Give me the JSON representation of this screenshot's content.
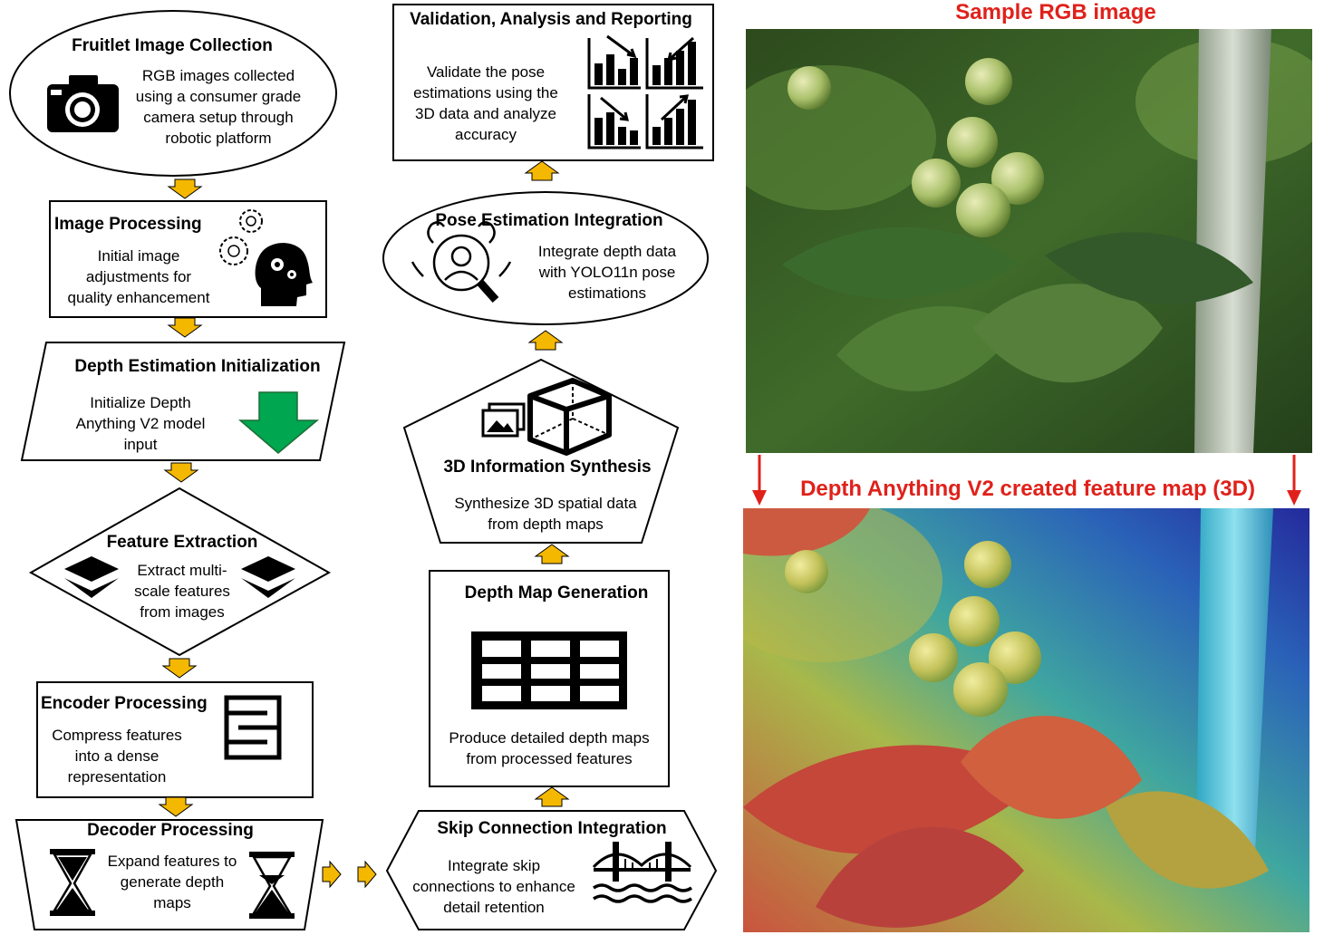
{
  "steps": {
    "collection": {
      "title": "Fruitlet Image Collection",
      "desc": "RGB images collected\nusing a consumer grade\ncamera setup through\nrobotic platform"
    },
    "processing": {
      "title": "Image Processing",
      "desc": "Initial image\nadjustments for\nquality enhancement"
    },
    "depth_init": {
      "title": "Depth Estimation Initialization",
      "desc": "Initialize Depth\nAnything V2 model\ninput"
    },
    "features": {
      "title": "Feature Extraction",
      "desc": "Extract multi-\nscale features\nfrom images"
    },
    "encoder": {
      "title": "Encoder Processing",
      "desc": "Compress features\ninto a dense\nrepresentation"
    },
    "decoder": {
      "title": "Decoder Processing",
      "desc": "Expand features to\ngenerate depth\nmaps"
    },
    "skip": {
      "title": "Skip Connection Integration",
      "desc": "Integrate skip\nconnections to enhance\ndetail retention"
    },
    "depth_map": {
      "title": "Depth Map Generation",
      "desc": "Produce detailed depth maps\nfrom processed features"
    },
    "synthesis": {
      "title": "3D Information Synthesis",
      "desc": "Synthesize 3D spatial data\nfrom depth maps"
    },
    "pose": {
      "title": "Pose Estimation Integration",
      "desc": "Integrate depth data\nwith YOLO11n pose\nestimations"
    },
    "validation": {
      "title": "Validation, Analysis and Reporting",
      "desc": "Validate the pose\nestimations using the\n3D data and  analyze\naccuracy"
    }
  },
  "images": {
    "rgb_label": "Sample RGB image",
    "depth_label": "Depth Anything V2 created feature map (3D)"
  },
  "icons": {
    "collection": "camera-icon",
    "processing": "gears-head-icon",
    "depth_init": "down-arrow-icon",
    "features": "layers-icon",
    "encoder": "encoder-icon",
    "decoder": "hourglass-icon",
    "skip": "bridge-icon",
    "depth_map": "grid-table-icon",
    "synthesis": "cube-gallery-icon",
    "pose": "person-search-icon",
    "validation": "analytics-charts-icon"
  },
  "colors": {
    "flow_arrow": "#f5b800",
    "highlight_arrow": "#e0211b",
    "depth_init_arrow": "#009a44",
    "title_red": "#e0211b"
  }
}
